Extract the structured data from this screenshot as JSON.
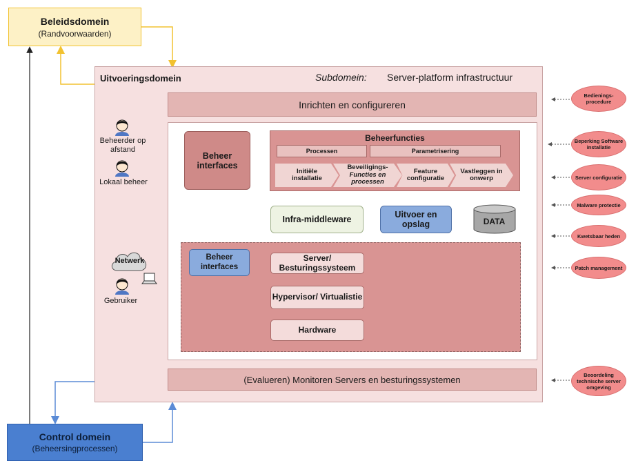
{
  "policy_domain": {
    "title": "Beleidsdomein",
    "subtitle": "(Randvoorwaarden)"
  },
  "execution_domain": {
    "title": "Uitvoeringsdomein",
    "subdomain_label": "Subdomein:",
    "subdomain_value": "Server-platform infrastructuur"
  },
  "bands": {
    "top": "Inrichten en configureren",
    "bottom": "(Evalueren) Monitoren Servers en besturingssystemen"
  },
  "beheerfuncties": {
    "title": "Beheerfuncties",
    "headers": [
      "Processen",
      "Parametrisering"
    ],
    "steps": [
      {
        "line1": "Initiële",
        "line2": "installatie"
      },
      {
        "line1": "Beveiligings-",
        "line2": "Functies en processen"
      },
      {
        "line1": "Feature",
        "line2": "configuratie"
      },
      {
        "line1": "Vastleggen in",
        "line2": "onwerp"
      }
    ]
  },
  "components": {
    "beheer_interfaces_top": "Beheer interfaces",
    "infra_middleware": "Infra-middleware",
    "uitvoer_opslag": "Uitvoer en opslag",
    "data": "DATA",
    "beheer_interfaces_bottom": "Beheer interfaces",
    "server": "Server/ Besturingssysteem",
    "hypervisor": "Hypervisor/ Virtualistie",
    "hardware": "Hardware"
  },
  "actors": {
    "remote_admin": "Beheerder op afstand",
    "local_admin": "Lokaal beheer",
    "network": "Netwerk",
    "user": "Gebruiker"
  },
  "side_items": [
    "Bedienings-procedure",
    "Beperking Software installatie",
    "Server configuratie",
    "Malware protectie",
    "Kwetsbaar heden",
    "Patch management",
    "Beoordeling technische server omgeving"
  ],
  "control_domain": {
    "title": "Control domein",
    "subtitle": "(Beheersingprocessen)"
  },
  "colors": {
    "policy_fill": "#fdf1c6",
    "policy_arrow": "#f2c230",
    "control_fill": "#4a7fd0",
    "control_arrow": "#5b8bd6",
    "exec_fill": "#f6e0e0",
    "function_fill": "#d99493",
    "oval_fill": "#f28c8c"
  }
}
